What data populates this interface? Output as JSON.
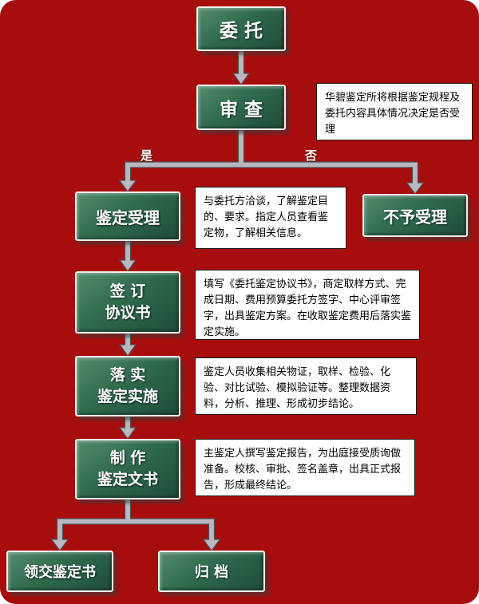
{
  "flow": {
    "nodes": {
      "weituo": "委 托",
      "shencha": "审 查",
      "shouli": "鉴定受理",
      "bushouli": "不予受理",
      "qianding": {
        "line1": "签 订",
        "line2": "协议书"
      },
      "luoshi": {
        "line1": "落 实",
        "line2": "鉴定实施"
      },
      "zhizuo": {
        "line1": "制 作",
        "line2": "鉴定文书"
      },
      "lingjiao": "领交鉴定书",
      "guidang": "归 档"
    },
    "branch_labels": {
      "yes": "是",
      "no": "否"
    },
    "notes": {
      "shencha": "华碧鉴定所将根据鉴定规程及委托内容具体情况决定是否受理",
      "shouli": "与委托方洽谈，了解鉴定目的、要求。指定人员查看鉴定物，了解相关信息。",
      "qianding": "填写《委托鉴定协议书》，商定取样方式、完成日期、费用预算委托方签字、中心评审签字，出具鉴定方案。在收取鉴定费用后落实鉴定实施。",
      "luoshi": "鉴定人员收集相关物证，取样、检验、化验、对比试验、模拟验证等。整理数据资料，分析、推理、形成初步结论。",
      "zhizuo": "主鉴定人撰写鉴定报告，为出庭接受质询做准备。校核、审批、签名盖章，出具正式报告，形成最终结论。"
    },
    "colors": {
      "background": "#a70d0d",
      "node_fill": "#2f6a4e",
      "node_border": "#f0f0ec",
      "arrow_fill": "#b8b8c0",
      "arrow_stroke": "#4f4f57",
      "note_bg": "#ffffff",
      "note_border": "#1a1a1a"
    }
  }
}
